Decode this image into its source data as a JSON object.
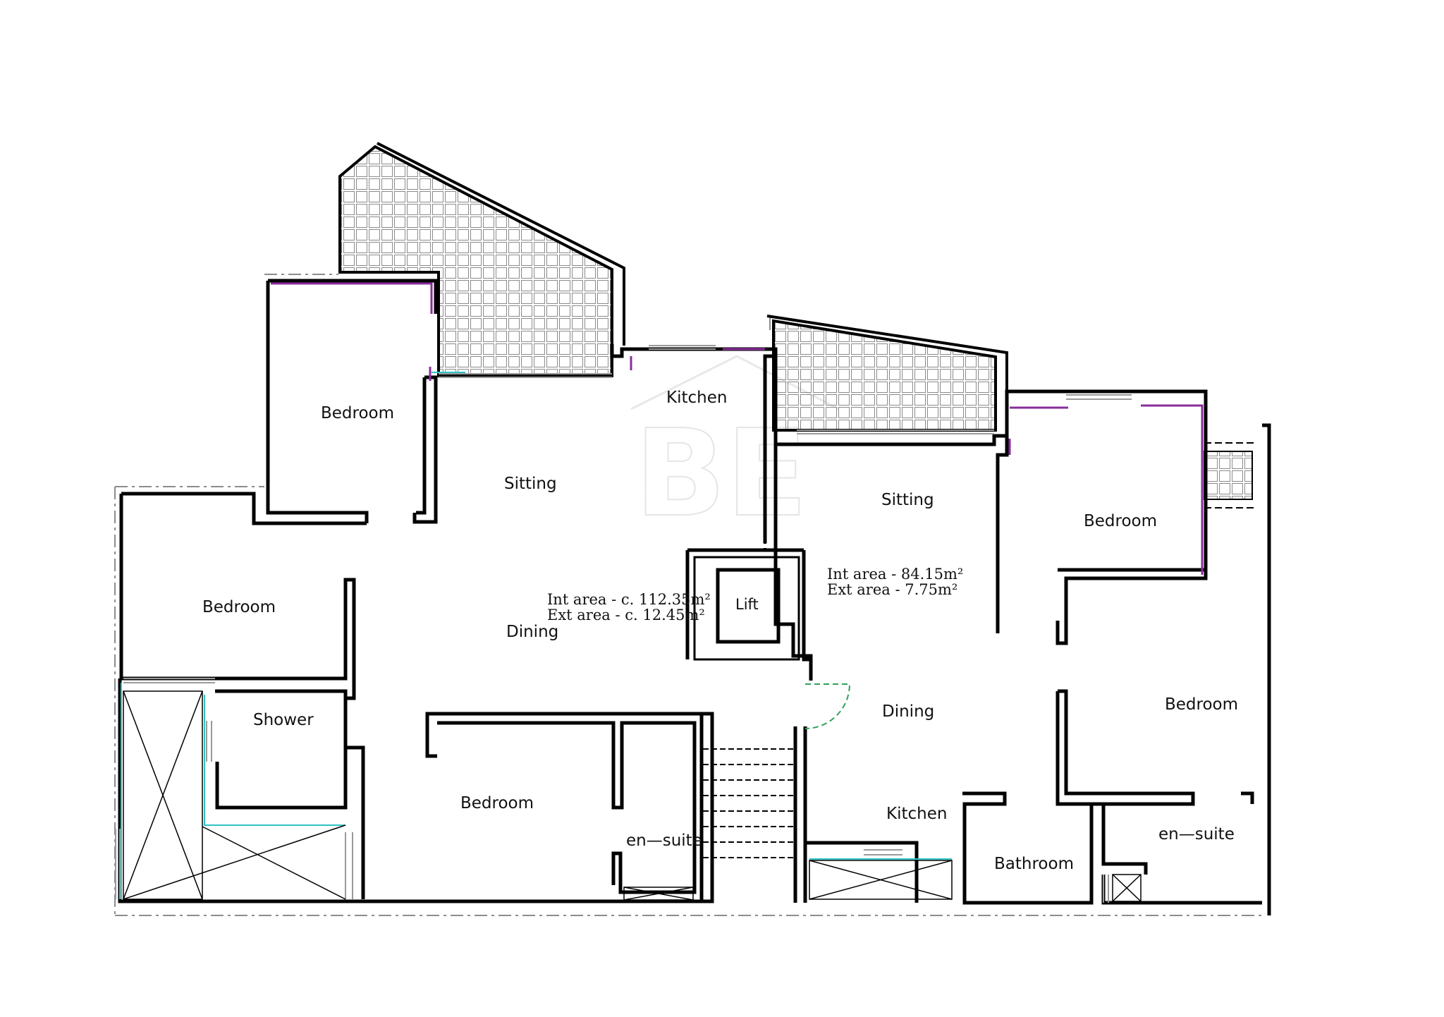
{
  "plan": {
    "colors": {
      "wall": "#000000",
      "window": "#9a9a9a",
      "window_inner": "#2ec4c4",
      "wall_finish": "#8a2c9b",
      "door_swing": "#2fa05a",
      "boundary": "#8c8c8c",
      "watermark": "#e3e3e3"
    },
    "rooms": {
      "left_bedroom_top": "Bedroom",
      "left_sitting": "Sitting",
      "left_kitchen": "Kitchen",
      "left_bedroom_mid": "Bedroom",
      "left_dining": "Dining",
      "left_shower": "Shower",
      "left_bedroom_bottom": "Bedroom",
      "left_ensuite": "en—suite",
      "right_sitting": "Sitting",
      "right_bedroom_top": "Bedroom",
      "right_dining": "Dining",
      "right_bedroom_mid": "Bedroom",
      "right_kitchen": "Kitchen",
      "right_ensuite": "en—suite",
      "right_bathroom": "Bathroom"
    },
    "lift": "Lift",
    "areas": {
      "left_int": "Int area - c. 112.35m²",
      "left_ext": "Ext area - c. 12.45m²",
      "right_int": "Int area - 84.15m²",
      "right_ext": "Ext area - 7.75m²"
    },
    "watermark_text": "BE"
  }
}
